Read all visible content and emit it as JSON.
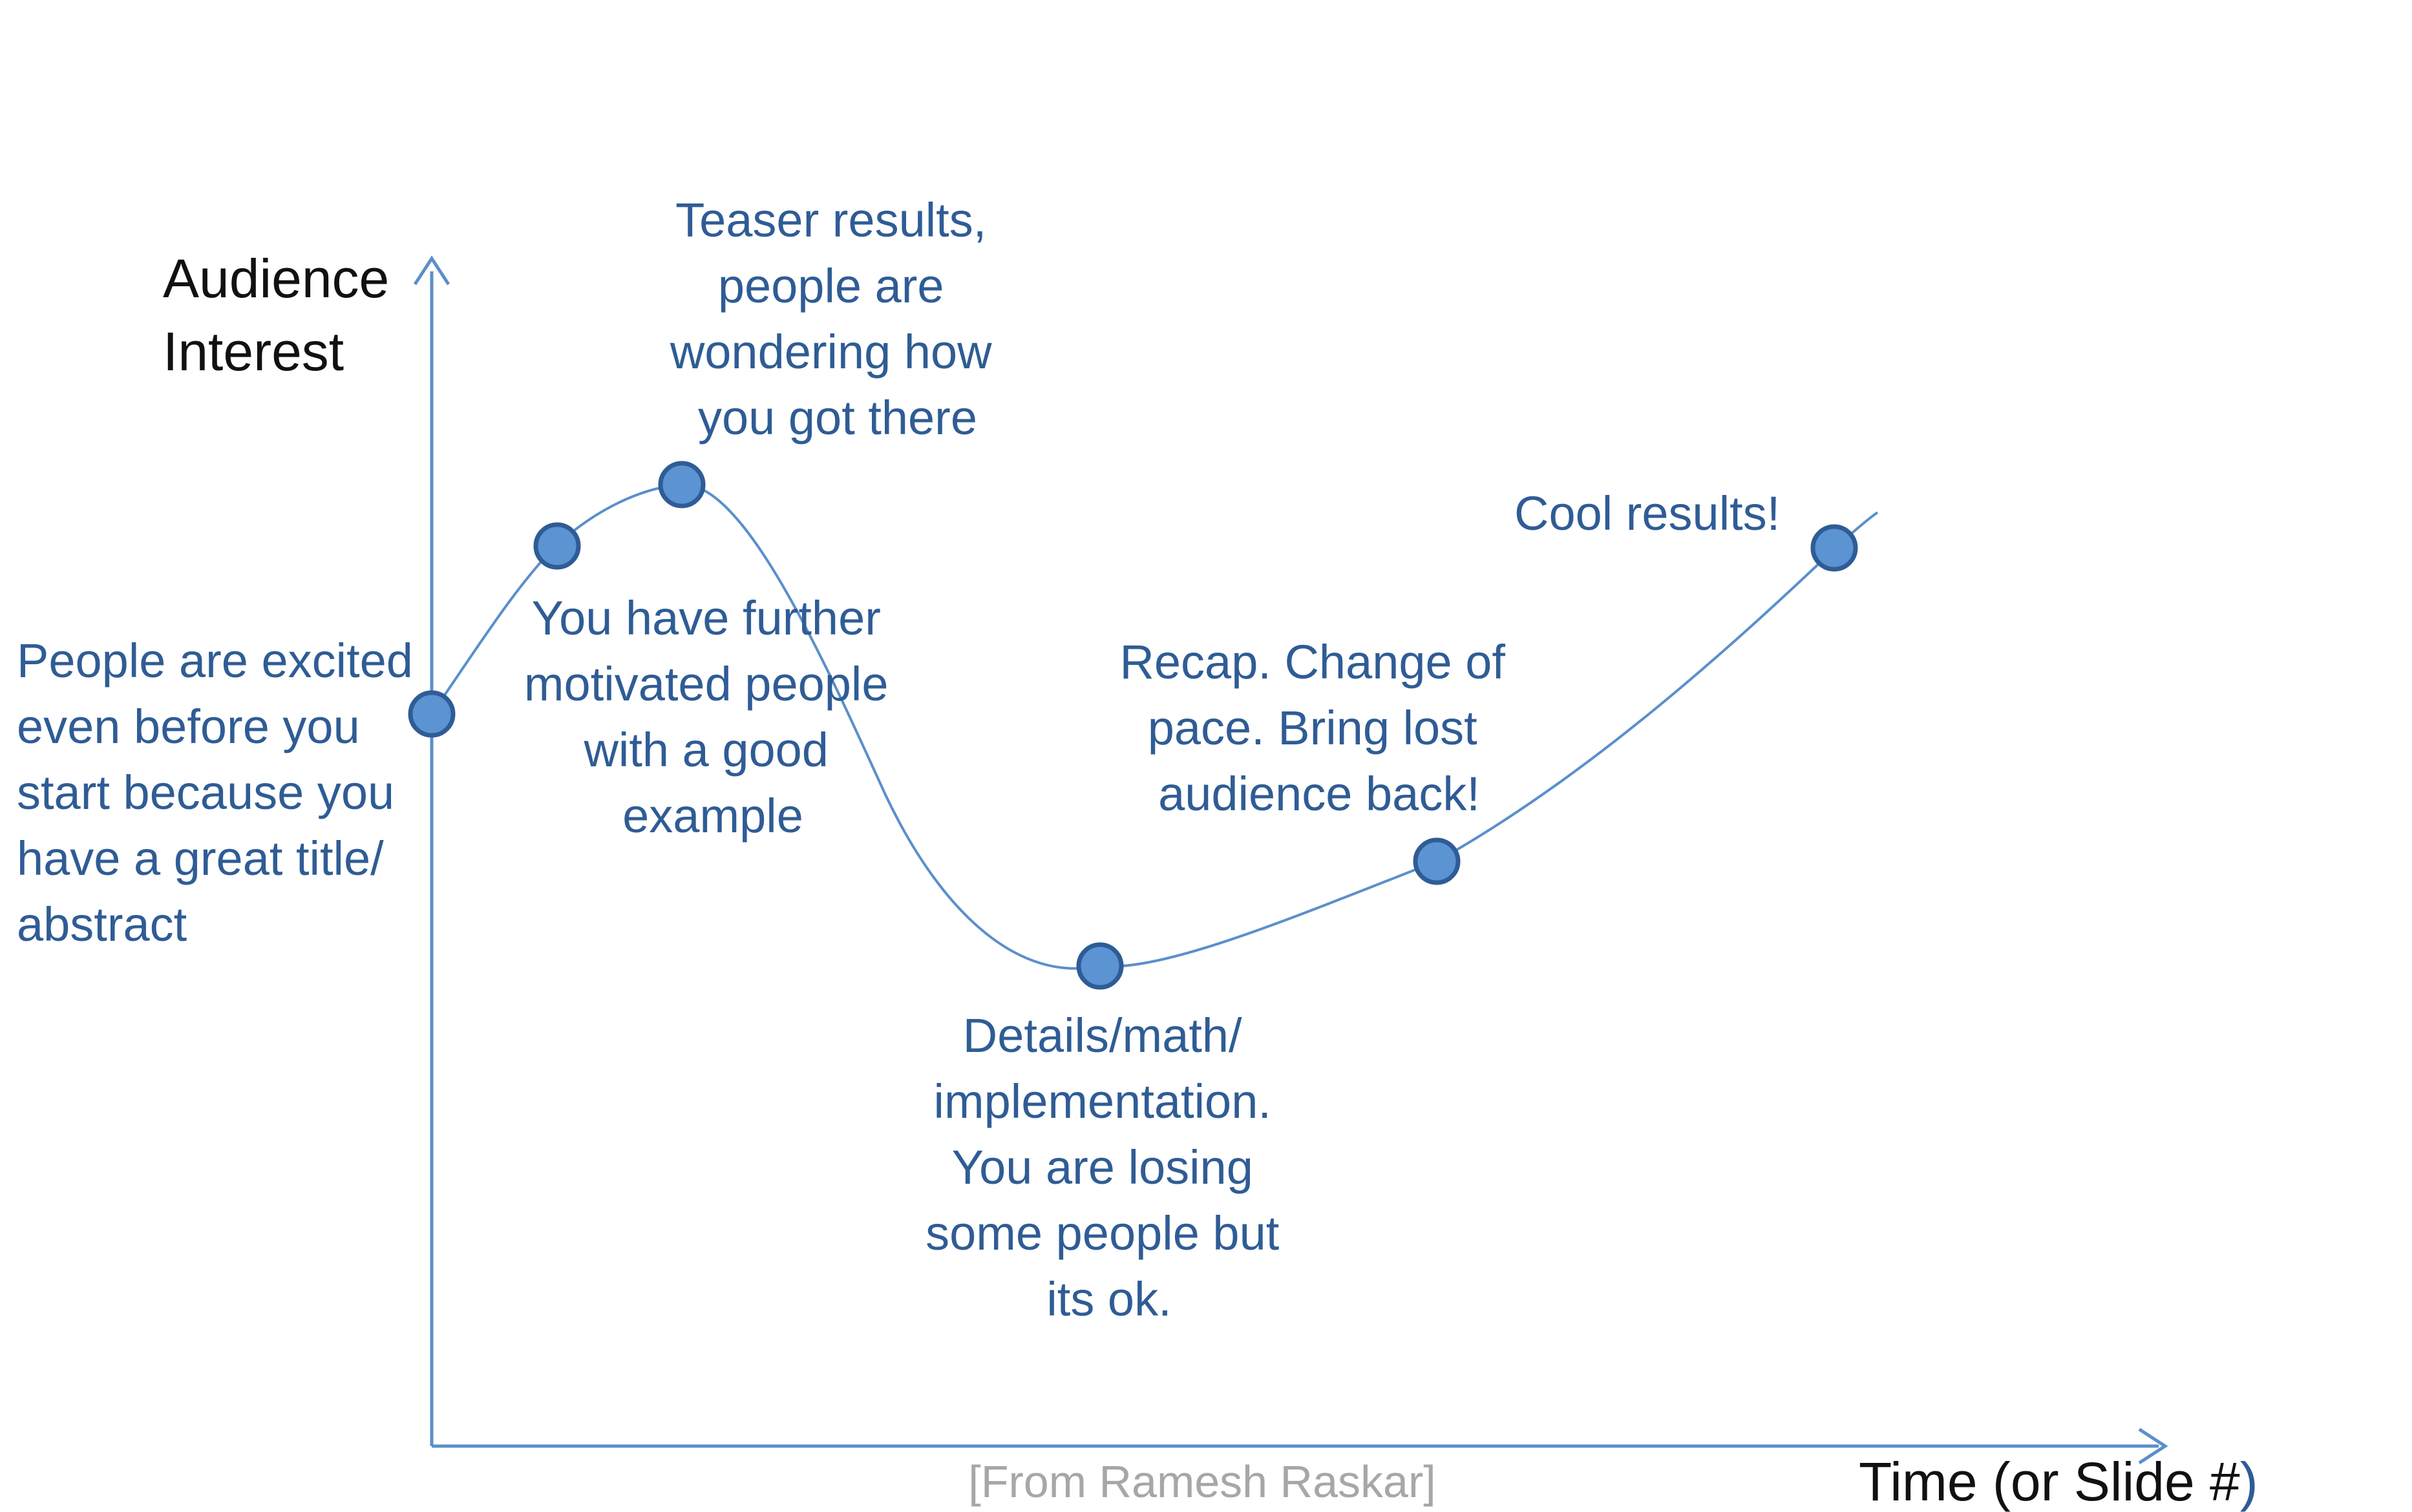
{
  "axes": {
    "y_label_lines": [
      "Audience",
      "Interest"
    ],
    "x_label": "Time (or Slide #",
    "x_label_close": ")"
  },
  "credit": "[From Ramesh Raskar]",
  "annotations": [
    {
      "id": "excited",
      "lines": [
        "People are excited",
        "even before you",
        "start because you",
        "have a great title/",
        "abstract"
      ]
    },
    {
      "id": "motivated",
      "lines": [
        "You have further",
        "motivated people",
        "with a good",
        "example"
      ]
    },
    {
      "id": "teaser",
      "lines": [
        "Teaser results,",
        "people are",
        "wondering how",
        "you got there"
      ]
    },
    {
      "id": "details",
      "lines": [
        "Details/math/",
        "implementation.",
        "You are losing",
        "some people but",
        "its ok."
      ]
    },
    {
      "id": "recap",
      "lines": [
        "Recap. Change of",
        "pace. Bring lost",
        "audience back!"
      ]
    },
    {
      "id": "cool",
      "lines": [
        "Cool results!"
      ]
    }
  ],
  "colors": {
    "curve": "#5b8fcb",
    "axis": "#5b8fcb",
    "marker_fill": "#5b93d3",
    "marker_stroke": "#2f5c95",
    "annotation_text": "#2f5c95",
    "axis_text": "#111111",
    "credit_text": "#a7a7a7"
  }
}
